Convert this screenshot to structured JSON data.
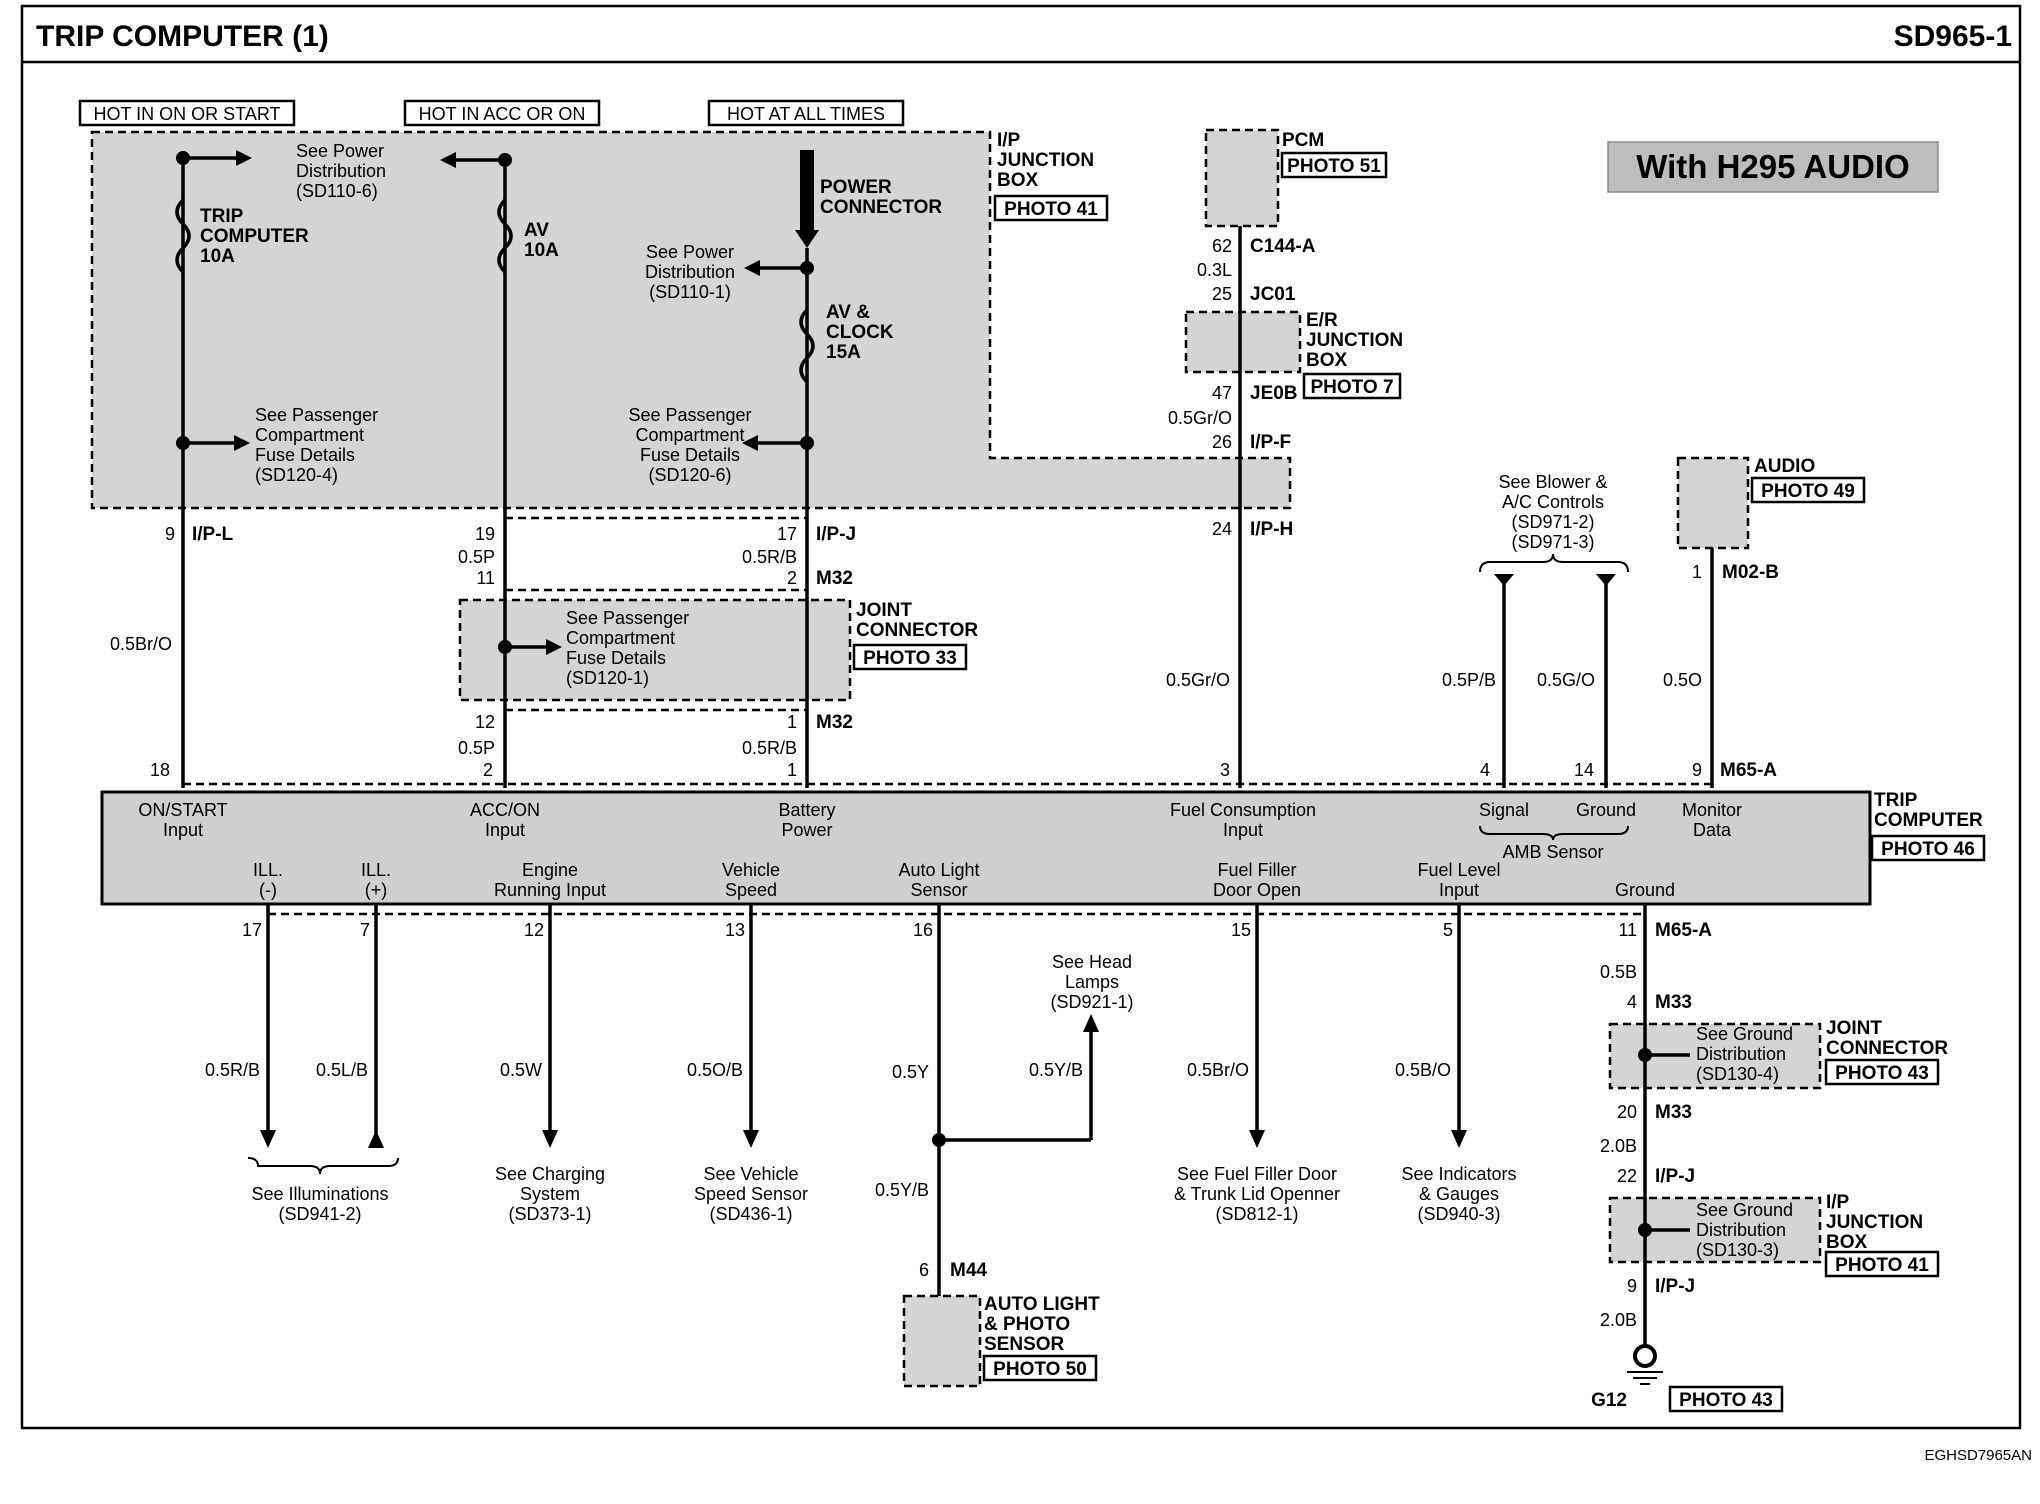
{
  "title": "TRIP COMPUTER (1)",
  "code": "SD965-1",
  "audio_badge": "With H295 AUDIO",
  "footer_code": "EGHSD7965AN",
  "hot_headers": [
    "HOT IN ON OR START",
    "HOT IN ACC OR ON",
    "HOT AT ALL TIMES"
  ],
  "ipjb": {
    "label": [
      "I/P",
      "JUNCTION",
      "BOX"
    ],
    "photo": "PHOTO 41",
    "power_dist_1": [
      "See Power",
      "Distribution",
      "(SD110-6)"
    ],
    "fuse1": [
      "TRIP",
      "COMPUTER",
      "10A"
    ],
    "fuse2": [
      "AV",
      "10A"
    ],
    "power_connector": [
      "POWER",
      "CONNECTOR"
    ],
    "power_dist_2": [
      "See Power",
      "Distribution",
      "(SD110-1)"
    ],
    "fuse3": [
      "AV &",
      "CLOCK",
      "15A"
    ],
    "pass_fuse_1": [
      "See Passenger",
      "Compartment",
      "Fuse Details",
      "(SD120-4)"
    ],
    "pass_fuse_2": [
      "See Passenger",
      "Compartment",
      "Fuse Details",
      "(SD120-6)"
    ]
  },
  "pcm": {
    "label": "PCM",
    "photo": "PHOTO 51"
  },
  "erjb": {
    "label": [
      "E/R",
      "JUNCTION",
      "BOX"
    ],
    "photo": "PHOTO 7"
  },
  "audio": {
    "label": "AUDIO",
    "photo": "PHOTO 49"
  },
  "joint1": {
    "label": [
      "JOINT",
      "CONNECTOR"
    ],
    "photo": "PHOTO 33",
    "ref": [
      "See Passenger",
      "Compartment",
      "Fuse Details",
      "(SD120-1)"
    ]
  },
  "pcm_wire": [
    "62",
    "C144-A",
    "0.3L",
    "25",
    "JC01",
    "47",
    "JE0B",
    "0.5Gr/O",
    "26",
    "I/P-F",
    "24",
    "I/P-H"
  ],
  "pins_top": {
    "c1_pin": "9",
    "c1_conn": "I/P-L",
    "c1_wire": "0.5Br/O",
    "c1_tc": "18",
    "c2_pin": "19",
    "c2_wire1": "0.5P",
    "c2_pin2": "11",
    "c2_pin3": "12",
    "c2_wire2": "0.5P",
    "c2_tc": "2",
    "c3_pin": "17",
    "c3_conn": "I/P-J",
    "c3_wire1": "0.5R/B",
    "c3_pin2": "2",
    "c3_conn2": "M32",
    "c3_pin3": "1",
    "c3_conn3": "M32",
    "c3_wire2": "0.5R/B",
    "c3_tc": "1",
    "c4_wire": "0.5Gr/O",
    "c4_tc": "3",
    "c5_wire": "0.5P/B",
    "c5_tc": "4",
    "c6_wire": "0.5G/O",
    "c6_tc": "14",
    "c7_pin": "1",
    "c7_conn": "M02-B",
    "c7_wire": "0.5O",
    "c7_tc": "9",
    "c7_tconn": "M65-A"
  },
  "blower": [
    "See Blower &",
    "A/C Controls",
    "(SD971-2)",
    "(SD971-3)"
  ],
  "trip_computer": {
    "label": [
      "TRIP",
      "COMPUTER"
    ],
    "photo": "PHOTO 46",
    "top_labels": [
      [
        "ON/START",
        "Input"
      ],
      [
        "ACC/ON",
        "Input"
      ],
      [
        "Battery",
        "Power"
      ],
      [
        "Fuel Consumption",
        "Input"
      ],
      [
        "Signal"
      ],
      [
        "Ground"
      ],
      [
        "Monitor",
        "Data"
      ]
    ],
    "amb": "AMB Sensor",
    "bottom_labels": [
      [
        "ILL.",
        "(-)"
      ],
      [
        "ILL.",
        "(+)"
      ],
      [
        "Engine",
        "Running Input"
      ],
      [
        "Vehicle",
        "Speed"
      ],
      [
        "Auto Light",
        "Sensor"
      ],
      [
        "Fuel Filler",
        "Door Open"
      ],
      [
        "Fuel Level",
        "Input"
      ],
      [
        "Ground"
      ]
    ]
  },
  "pins_bottom": {
    "b1_pin": "17",
    "b1_wire": "0.5R/B",
    "b2_pin": "7",
    "b2_wire": "0.5L/B",
    "b3_pin": "12",
    "b3_wire": "0.5W",
    "b4_pin": "13",
    "b4_wire": "0.5O/B",
    "b5_pin": "16",
    "b5_wire": "0.5Y",
    "b5_wire2": "0.5Y/B",
    "b5_wire3": "0.5Y/B",
    "b5_pin2": "6",
    "b5_conn2": "M44",
    "b6_pin": "15",
    "b6_wire": "0.5Br/O",
    "b7_pin": "5",
    "b7_wire": "0.5B/O",
    "b8_pin": "11",
    "b8_conn": "M65-A",
    "b8_wire": "0.5B",
    "b8_pin2": "4",
    "b8_conn2": "M33",
    "b8_pin3": "20",
    "b8_conn3": "M33",
    "b8_wire2": "2.0B",
    "b8_pin4": "22",
    "b8_conn4": "I/P-J",
    "b8_pin5": "9",
    "b8_conn5": "I/P-J",
    "b8_wire3": "2.0B",
    "ground": "G12",
    "ground_photo": "PHOTO 43"
  },
  "refs": {
    "head_lamps": [
      "See Head",
      "Lamps",
      "(SD921-1)"
    ],
    "illuminations": [
      "See Illuminations",
      "(SD941-2)"
    ],
    "charging": [
      "See Charging",
      "System",
      "(SD373-1)"
    ],
    "speed": [
      "See Vehicle",
      "Speed Sensor",
      "(SD436-1)"
    ],
    "filler": [
      "See Fuel Filler Door",
      "& Trunk Lid Openner",
      "(SD812-1)"
    ],
    "gauges": [
      "See Indicators",
      "& Gauges",
      "(SD940-3)"
    ]
  },
  "auto_light": {
    "label": [
      "AUTO LIGHT",
      "& PHOTO",
      "SENSOR"
    ],
    "photo": "PHOTO 50"
  },
  "joint2": {
    "label": [
      "JOINT",
      "CONNECTOR"
    ],
    "photo": "PHOTO 43",
    "ref": [
      "See Ground",
      "Distribution",
      "(SD130-4)"
    ]
  },
  "ipjb2": {
    "label": [
      "I/P",
      "JUNCTION",
      "BOX"
    ],
    "photo": "PHOTO 41",
    "ref": [
      "See Ground",
      "Distribution",
      "(SD130-3)"
    ]
  }
}
